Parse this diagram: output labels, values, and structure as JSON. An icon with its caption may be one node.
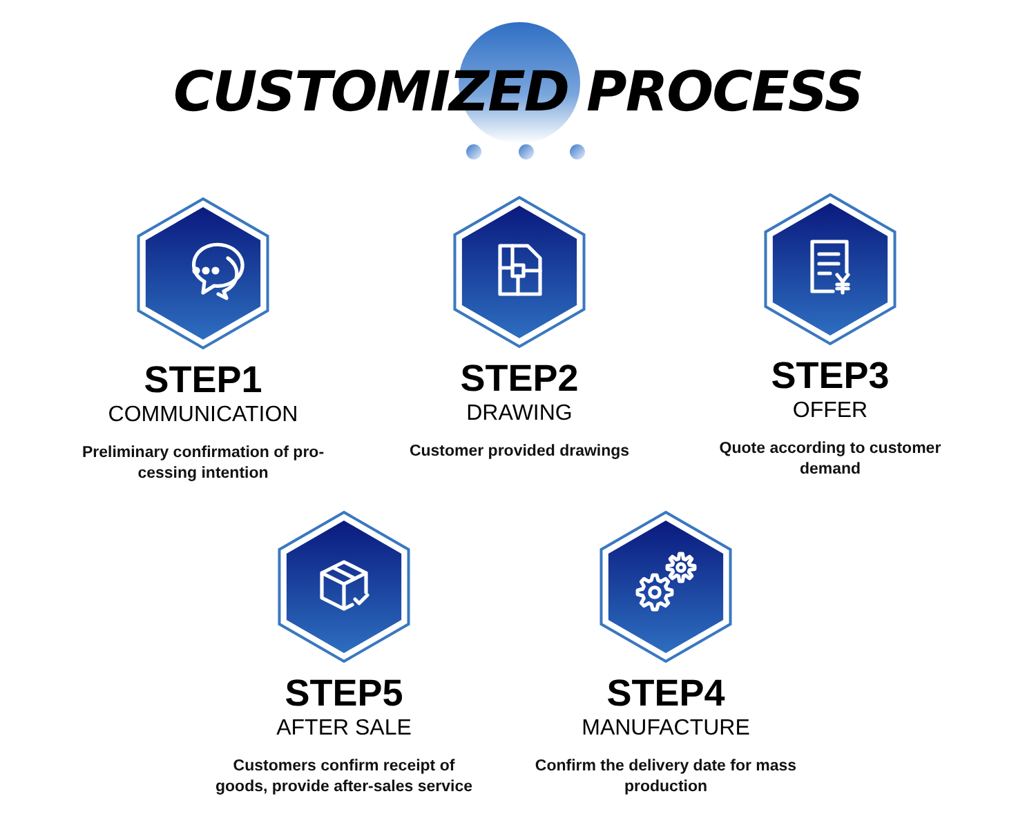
{
  "diagram": {
    "title": "CUSTOMIZED PROCESS",
    "nodes": [
      {
        "text": [
          "STEP1",
          "COMMUNICATION",
          "Preliminary confirmation of pro- cessing intention"
        ]
      },
      {
        "text": [
          "STEP2",
          "DRAWING",
          "Customer provided drawings"
        ]
      },
      {
        "text": [
          "STEP3",
          "OFFER",
          "Quote according to customer demand"
        ]
      },
      {
        "text": [
          "STEP5",
          "AFTER SALE",
          "Customers confirm receipt of goods, provide after-sales service"
        ]
      },
      {
        "text": [
          "STEP4",
          "MANUFACTURE",
          "Confirm the delivery date for mass production"
        ]
      }
    ],
    "edges": []
  }
}
